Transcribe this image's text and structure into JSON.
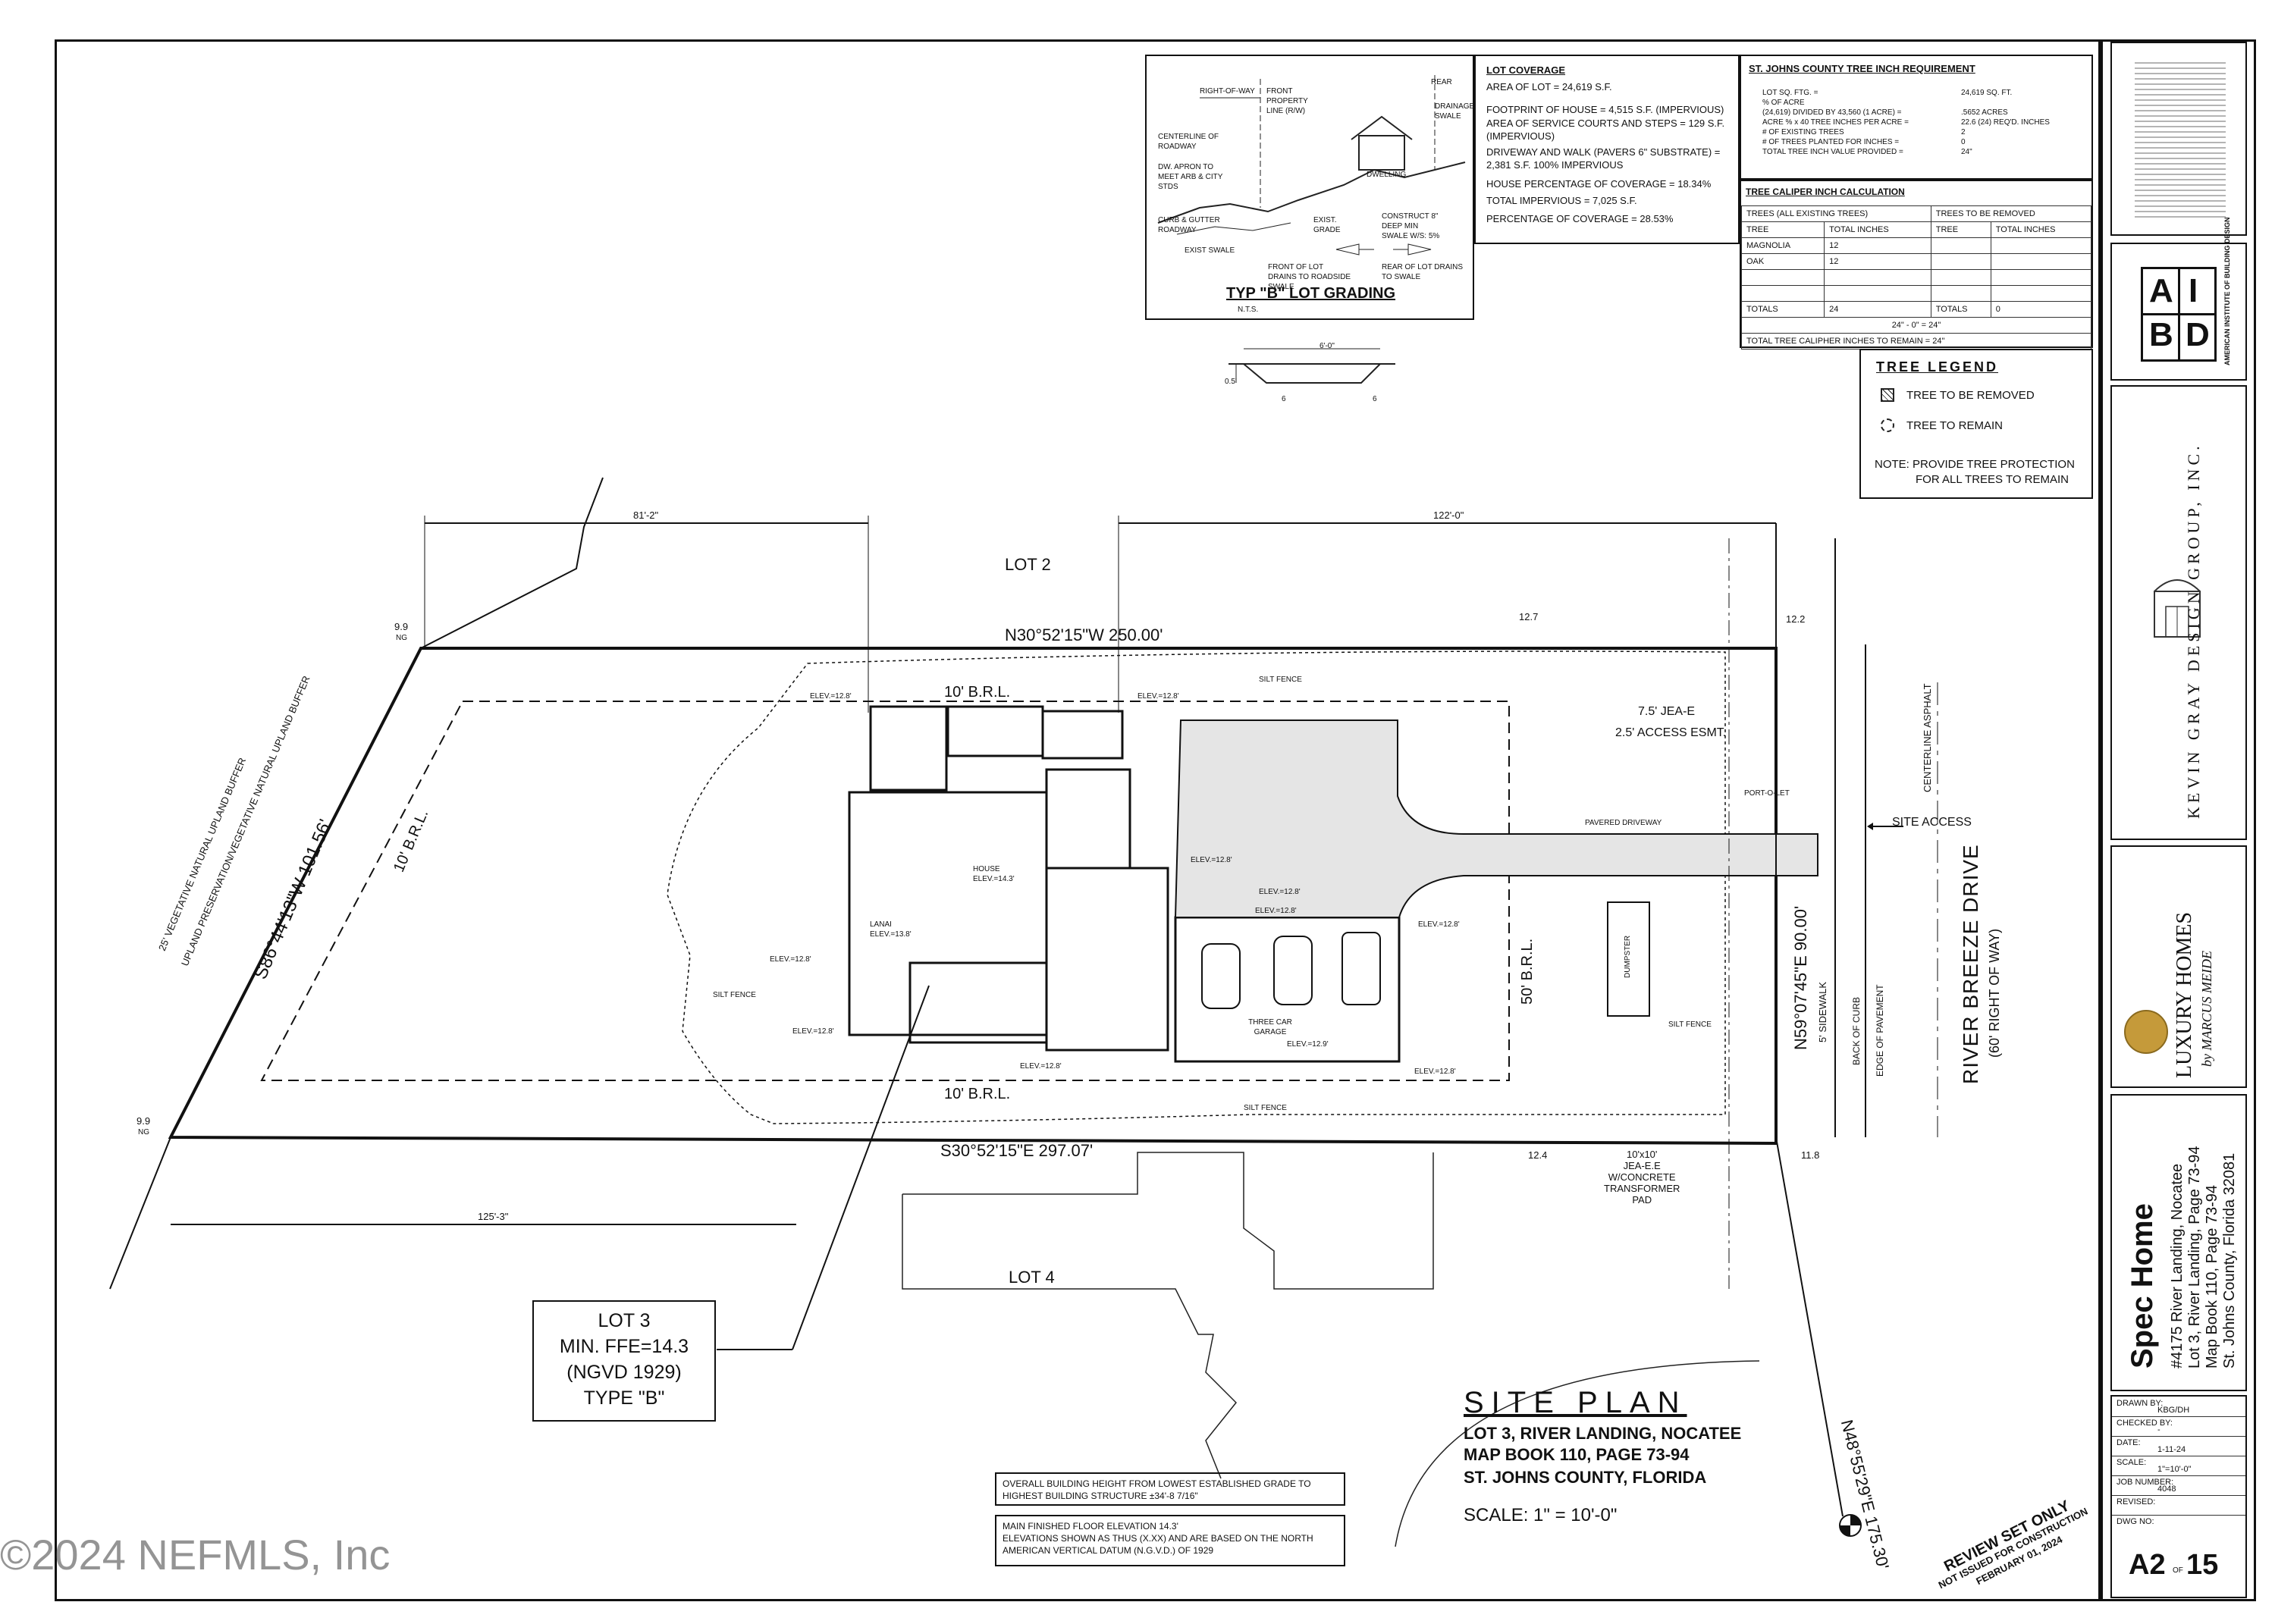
{
  "lot_grading": {
    "title": "TYP \"B\" LOT GRADING",
    "nts": "N.T.S.",
    "labels": [
      "RIGHT-OF-WAY",
      "FRONT PROPERTY LINE (R/W)",
      "REAR",
      "DRAINAGE SWALE",
      "CENTERLINE OF ROADWAY",
      "DW. APRON TO MEET ARB & CITY STDS",
      "DWELLING",
      "CURB & GUTTER ROADWAY",
      "EXIST. GRADE",
      "CONSTRUCT 8\" DEEP MIN SWALE W/S: 5%",
      "EXIST SWALE",
      "FRONT OF LOT DRAINS TO ROADSIDE SWALE",
      "REAR OF LOT DRAINS TO SWALE"
    ]
  },
  "swale_detail": {
    "width": "6'-0\"",
    "depth": "0.5'",
    "s1": "6",
    "s2": "6"
  },
  "lot_coverage": {
    "title": "LOT COVERAGE",
    "lines": [
      "AREA OF LOT = 24,619 S.F.",
      "FOOTPRINT OF HOUSE = 4,515 S.F. (IMPERVIOUS)",
      "AREA OF SERVICE COURTS AND STEPS = 129 S.F. (IMPERVIOUS)",
      "DRIVEWAY AND WALK (PAVERS 6\" SUBSTRATE) = 2,381 S.F. 100% IMPERVIOUS",
      "HOUSE PERCENTAGE OF COVERAGE = 18.34%",
      "TOTAL IMPERVIOUS = 7,025 S.F.",
      "PERCENTAGE OF COVERAGE = 28.53%"
    ]
  },
  "tree_inch": {
    "title": "ST. JOHNS COUNTY TREE INCH REQUIREMENT",
    "rows": [
      [
        "LOT SQ. FTG. =",
        "24,619 SQ. FT."
      ],
      [
        "% OF ACRE",
        ""
      ],
      [
        "(24,619) DIVIDED BY 43,560 (1 ACRE) =",
        ".5652 ACRES"
      ],
      [
        "ACRE % x 40 TREE INCHES PER ACRE =",
        "22.6 (24) REQ'D. INCHES"
      ],
      [
        "# OF EXISTING TREES",
        "2"
      ],
      [
        "# OF TREES PLANTED FOR INCHES =",
        "0"
      ],
      [
        "TOTAL TREE INCH VALUE PROVIDED =",
        "24\""
      ]
    ]
  },
  "caliper": {
    "title": "TREE CALIPER INCH CALCULATION",
    "left_head": "TREES (ALL EXISTING TREES)",
    "right_head": "TREES TO BE REMOVED",
    "col_tree": "TREE",
    "col_total": "TOTAL INCHES",
    "rows": [
      [
        "MAGNOLIA",
        "12"
      ],
      [
        "OAK",
        "12"
      ]
    ],
    "totals_label": "TOTALS",
    "total_left": "24",
    "total_right": "0",
    "calc": "24\" - 0\" = 24\"",
    "remain": "TOTAL TREE CALIPHER INCHES TO REMAIN = 24\""
  },
  "legend": {
    "title": "TREE LEGEND",
    "remove": "TREE TO BE REMOVED",
    "remain": "TREE TO REMAIN",
    "note1": "NOTE:  PROVIDE TREE PROTECTION",
    "note2": "FOR ALL TREES TO REMAIN"
  },
  "plan": {
    "lot2": "LOT 2",
    "lot4": "LOT 4",
    "north_line": "N30°52'15\"W  250.00'",
    "south_line": "S30°52'15\"E  297.07'",
    "west_line": "S86°44'13\"W  101.56'",
    "east_line": "N59°07'45\"E  90.00'",
    "ne_line": "N48°55'29\"E  175.30'",
    "brl_top": "10' B.R.L.",
    "brl_bottom": "10' B.R.L.",
    "brl_west": "10' B.R.L.",
    "brl_front": "50' B.R.L.",
    "dim_top_left": "81'-2\"",
    "dim_top_right": "122'-0\"",
    "dim_bottom": "125'-3\"",
    "buffer1": "25' VEGETATIVE NATURAL UPLAND BUFFER",
    "buffer2": "UPLAND PRESERVATION/VEGETATIVE NATURAL UPLAND BUFFER",
    "jea": "7.5' JEA-E",
    "access": "2.5' ACCESS ESMT.",
    "site_access": "SITE ACCESS",
    "road": "RIVER BREEZE DRIVE",
    "row": "(60' RIGHT OF WAY)",
    "centerline": "CENTERLINE ASPHALT",
    "sidewalk": "5' SIDEWALK",
    "back_curb": "BACK OF CURB",
    "edge_pave": "EDGE OF PAVEMENT",
    "paver": "PAVERED DRIVEWAY",
    "garage": "THREE CAR GARAGE",
    "house": "HOUSE ELEV.=14.3'",
    "lanai": "LANAI ELEV.=13.8'",
    "dumpster": "DUMPSTER",
    "porta": "PORT-O-LET",
    "silt": "SILT FENCE",
    "transformer": [
      "10'x10'",
      "JEA-E.E",
      "W/CONCRETE",
      "TRANSFORMER",
      "PAD"
    ],
    "ng": "NG",
    "elev_pts": [
      "9.9",
      "9.9",
      "12.7",
      "12.2",
      "12.4",
      "11.8"
    ],
    "elev_labels": [
      "ELEV.=12.8'",
      "ELEV.=12.8'",
      "ELEV.=12.8'",
      "ELEV.=12.8'",
      "ELEV.=12.8'",
      "ELEV.=12.8'",
      "ELEV.=12.8'",
      "ELEV.=12.9'",
      "ELEV.=12.8'",
      "ELEV.=12.8'",
      "ELEV.=12.8'"
    ]
  },
  "lot_box": [
    "LOT  3",
    "MIN. FFE=14.3",
    "(NGVD 1929)",
    "TYPE  \"B\""
  ],
  "site_plan": {
    "title": "SITE  PLAN",
    "l1": "LOT 3, RIVER LANDING, NOCATEE",
    "l2": "MAP BOOK 110, PAGE 73-94",
    "l3": "ST. JOHNS COUNTY, FLORIDA",
    "scale": "SCALE:  1\" = 10'-0\""
  },
  "notes": {
    "n1": "OVERALL BUILDING HEIGHT FROM LOWEST ESTABLISHED GRADE TO HIGHEST BUILDING STRUCTURE ±34'-8 7/16\"",
    "n2a": "MAIN FINISHED FLOOR ELEVATION 14.3'",
    "n2b": "ELEVATIONS SHOWN AS THUS (X.XX) AND ARE BASED ON THE NORTH AMERICAN VERTICAL DATUM (N.G.V.D.) OF 1929"
  },
  "review": [
    "REVIEW SET ONLY",
    "NOT ISSUED FOR CONSTRUCTION",
    "FEBRUARY 01, 2024"
  ],
  "watermark": "©2024 NEFMLS, Inc",
  "titleblock": {
    "aibd_a": "A",
    "aibd_i": "I",
    "aibd_b": "B",
    "aibd_d": "D",
    "aibd_sub": "AMERICAN INSTITUTE OF BUILDING DESIGN",
    "kg_name": "KEVIN GRAY DESIGN GROUP, INC.",
    "lux1": "LUXURY HOMES",
    "lux2": "by MARCUS MEIDE",
    "project": "Spec Home",
    "addr1": "#4175 River Landing, Nocatee",
    "addr2": "Lot 3, River Landing, Page 73-94",
    "addr3": "Map Book 110, Page 73-94",
    "addr4": "St. Johns County, Florida 32081",
    "drawn_l": "DRAWN BY:",
    "drawn_v": "KBG/DH",
    "checked_l": "CHECKED BY:",
    "checked_v": "-",
    "date_l": "DATE:",
    "date_v": "1-11-24",
    "scale_l": "SCALE:",
    "scale_v": "1\"=10'-0\"",
    "job_l": "JOB NUMBER:",
    "job_v": "4048",
    "rev_l": "REVISED:",
    "rev_v": "",
    "dwg_l": "DWG NO:",
    "sheet": "A2",
    "of": "OF",
    "total": "15"
  }
}
